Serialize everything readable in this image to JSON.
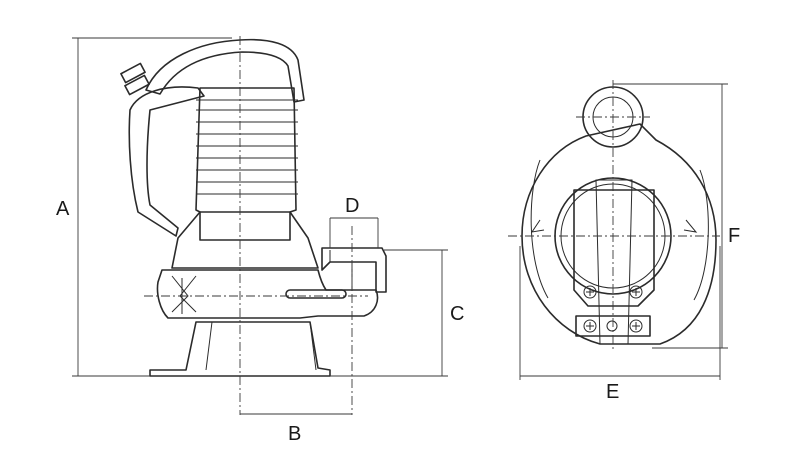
{
  "labels": {
    "a": "A",
    "b": "B",
    "c": "C",
    "d": "D",
    "e": "E",
    "f": "F"
  },
  "colors": {
    "line": "#2b2b2b",
    "background": "#ffffff"
  }
}
